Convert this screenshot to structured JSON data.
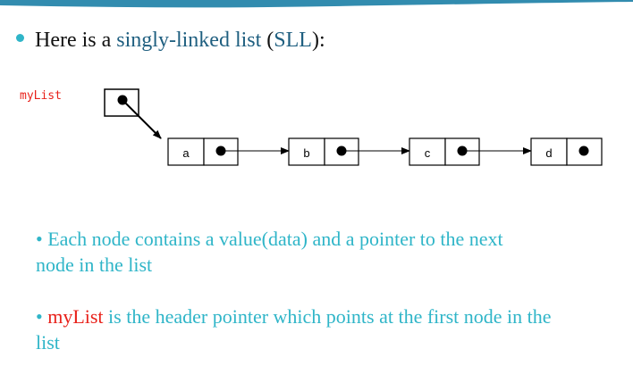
{
  "title": {
    "prefix": "Here is a ",
    "term": "singly-linked list",
    "open_paren": " (",
    "abbr": "SLL",
    "close": "):"
  },
  "header_pointer_label": "myList",
  "nodes": [
    {
      "value": "a"
    },
    {
      "value": "b"
    },
    {
      "value": "c"
    },
    {
      "value": "d"
    }
  ],
  "notes": {
    "node_description": "• Each node contains a value(data) and a pointer to the next node in the list",
    "header_prefix": "• ",
    "header_name": "myList",
    "header_suffix": "  is the header pointer   which points at the first node in the list"
  },
  "colors": {
    "accent": "#2fb5c8",
    "term": "#1f5f80",
    "pointer": "#e8211a"
  }
}
